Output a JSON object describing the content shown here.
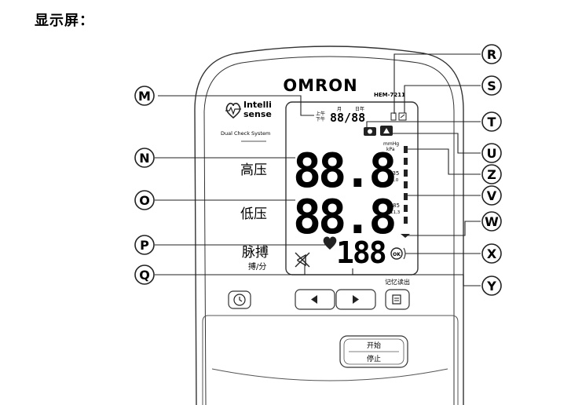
{
  "page_title": "显示屏：",
  "device": {
    "brand": "OMRON",
    "model": "HEM-7211",
    "intellisense_line1": "Intelli",
    "intellisense_line2": "sense",
    "dual_check": "Dual Check System",
    "side_labels": {
      "high": "高压",
      "low": "低压",
      "pulse": "脉搏",
      "pulse_unit": "搏/分"
    },
    "buttons": {
      "memory_read": "记忆读出",
      "start": "开始",
      "stop": "停止"
    }
  },
  "lcd": {
    "ampm_top": "上午",
    "ampm_bottom": "下午",
    "month_label": "月",
    "day_label": "日年",
    "date_digits": "88/88",
    "systolic": "88.8",
    "diastolic": "88.8",
    "pulse": "188",
    "unit_mmhg": "mmHg",
    "unit_kpa": "kPa",
    "scale_135": "135",
    "scale_135_kpa": "18,0",
    "scale_85": "85",
    "scale_85_kpa": "11,3"
  },
  "callouts": [
    "R",
    "S",
    "T",
    "U",
    "Z",
    "V",
    "W",
    "X",
    "Y",
    "M",
    "N",
    "O",
    "P",
    "Q"
  ]
}
